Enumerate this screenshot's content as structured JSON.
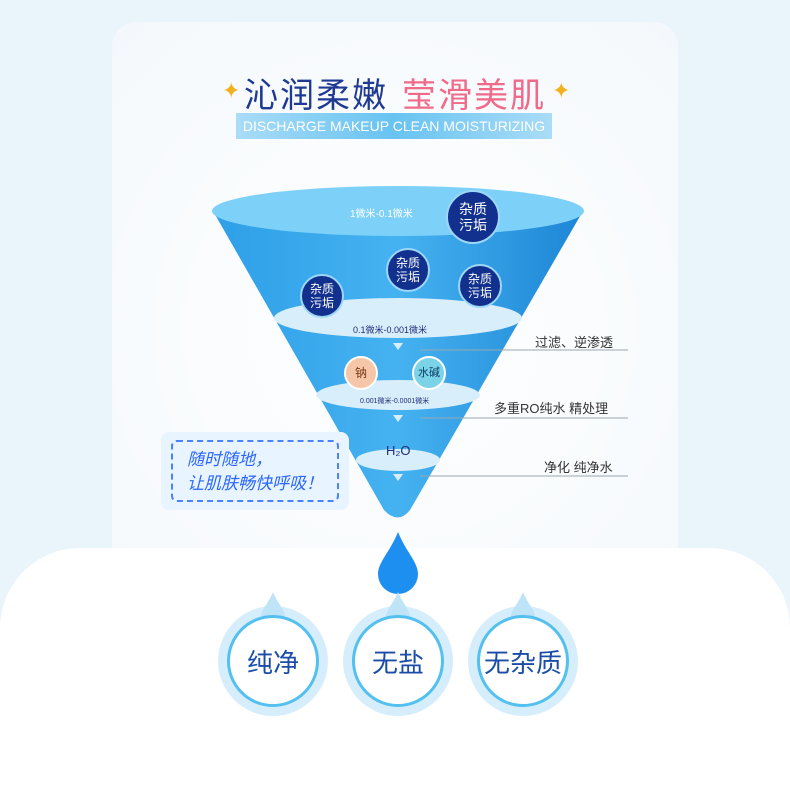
{
  "title": {
    "part1": "沁润柔嫩",
    "part2": "莹滑美肌"
  },
  "subtitle": "DISCHARGE MAKEUP CLEAN  MOISTURIZING",
  "funnel": {
    "level1_range": "1微米-0.1微米",
    "level2_range": "0.1微米-0.001微米",
    "level3_range": "0.001微米-0.0001微米",
    "h2o": "H₂O",
    "impurity_label": "杂质\n污垢",
    "sodium": "钠",
    "soda": "水碱"
  },
  "side_labels": {
    "step1": "过滤、逆渗透",
    "step2": "多重RO纯水 精处理",
    "step3": "净化 纯净水"
  },
  "bubble_text": {
    "line1": "随时随地，",
    "line2": "让肌肤畅快呼吸！"
  },
  "features": [
    "纯净",
    "无盐",
    "无杂质"
  ],
  "colors": {
    "funnel_blue": "#2b9ae6",
    "light_blue": "#7ccdf7",
    "navy": "#12308e",
    "pink": "#f06a8a"
  }
}
